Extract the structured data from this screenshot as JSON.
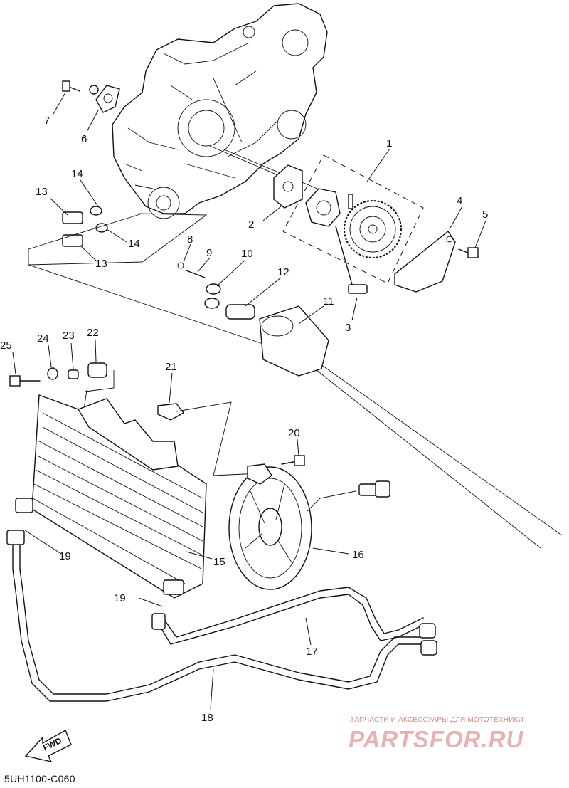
{
  "diagram": {
    "code": "5UH1100-C060",
    "fwd_label": "FWD",
    "callouts": {
      "c1": "1",
      "c2": "2",
      "c3": "3",
      "c4": "4",
      "c5": "5",
      "c6": "6",
      "c7": "7",
      "c8": "8",
      "c9": "9",
      "c10": "10",
      "c11": "11",
      "c12": "12",
      "c13a": "13",
      "c13b": "13",
      "c14a": "14",
      "c14b": "14",
      "c15": "15",
      "c16": "16",
      "c17": "17",
      "c18": "18",
      "c19a": "19",
      "c19b": "19",
      "c20": "20",
      "c21": "21",
      "c22": "22",
      "c23": "23",
      "c24": "24",
      "c25": "25"
    }
  },
  "watermark": {
    "tagline": "ЗАПЧАСТИ И АКСЕССУАРЫ ДЛЯ МОТОТЕХНИКИ",
    "logo": "PARTSFOR.RU",
    "color": "#e6b3b3"
  }
}
